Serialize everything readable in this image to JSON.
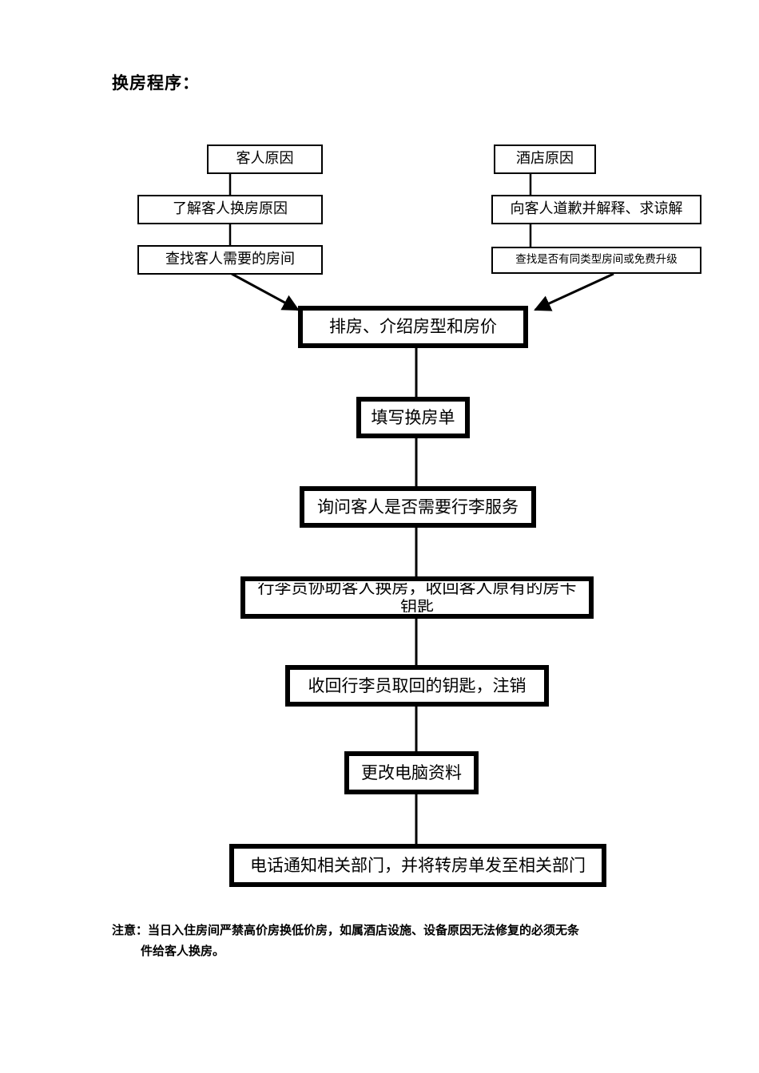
{
  "document": {
    "title": "换房程序："
  },
  "flowchart": {
    "type": "flowchart",
    "orientation": "top-to-bottom",
    "branches": [
      {
        "id": "guest-branch",
        "side": "left",
        "nodes": [
          {
            "id": "guest-reason",
            "label": "客人原因",
            "style": "thin"
          },
          {
            "id": "understand-reason",
            "label": "了解客人换房原因",
            "style": "thin"
          },
          {
            "id": "find-room",
            "label": "查找客人需要的房间",
            "style": "thin"
          }
        ]
      },
      {
        "id": "hotel-branch",
        "side": "right",
        "nodes": [
          {
            "id": "hotel-reason",
            "label": "酒店原因",
            "style": "thin"
          },
          {
            "id": "apologize",
            "label": "向客人道歉并解释、求谅解",
            "style": "thin"
          },
          {
            "id": "find-same-type",
            "label": "查找是否有同类型房间或免费升级",
            "style": "thin-small"
          }
        ]
      }
    ],
    "main_chain": [
      {
        "id": "assign-room",
        "label": "排房、介绍房型和房价",
        "style": "thick"
      },
      {
        "id": "fill-form",
        "label": "填写换房单",
        "style": "thick"
      },
      {
        "id": "ask-luggage",
        "label": "询问客人是否需要行李服务",
        "style": "thick"
      },
      {
        "id": "bellman-assist",
        "label": "行李员协助客人换房，收回客人原有的房卡钥匙",
        "style": "thick"
      },
      {
        "id": "recover-key",
        "label": "收回行李员取回的钥匙，注销",
        "style": "thick"
      },
      {
        "id": "update-system",
        "label": "更改电脑资料",
        "style": "thick"
      },
      {
        "id": "notify-depts",
        "label": "电话通知相关部门，并将转房单发至相关部门",
        "style": "thick"
      }
    ]
  },
  "footer": {
    "line1": "注意：当日入住房间严禁高价房换低价房，如属酒店设施、设备原因无法修复的必须无条",
    "line2": "件给客人换房。"
  },
  "colors": {
    "ink": "#000000",
    "paper": "#ffffff"
  }
}
